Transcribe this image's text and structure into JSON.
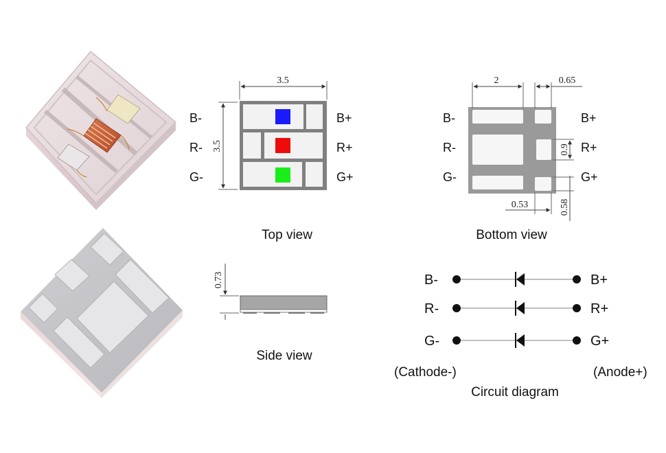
{
  "top_view": {
    "caption": "Top view",
    "dim_width": "3.5",
    "dim_height": "3.5",
    "pins_left": [
      "B-",
      "R-",
      "G-"
    ],
    "pins_right": [
      "B+",
      "R+",
      "G+"
    ],
    "led_colors": {
      "blue": "#1a1aff",
      "red": "#ee0b0b",
      "green": "#1aee1a"
    }
  },
  "bottom_view": {
    "caption": "Bottom view",
    "dim_top_left": "2",
    "dim_top_right": "0.65",
    "dim_pad_height": "0.9",
    "dim_pad_gap": "0.53",
    "dim_pad_width": "0.58",
    "pins_left": [
      "B-",
      "R-",
      "G-"
    ],
    "pins_right": [
      "B+",
      "R+",
      "G+"
    ]
  },
  "side_view": {
    "caption": "Side view",
    "dim_height": "0.73"
  },
  "circuit": {
    "caption": "Circuit diagram",
    "left_labels": [
      "B-",
      "R-",
      "G-"
    ],
    "right_labels": [
      "B+",
      "R+",
      "G+"
    ],
    "cathode_label": "(Cathode-)",
    "anode_label": "(Anode+)"
  }
}
